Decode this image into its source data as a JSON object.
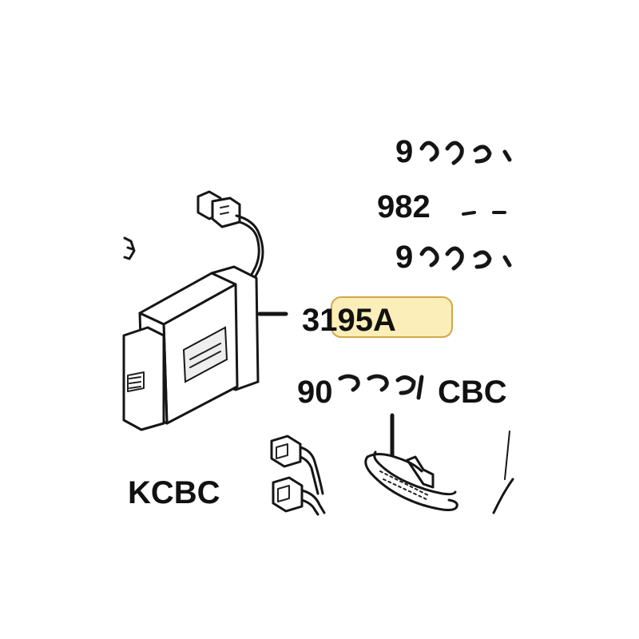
{
  "labels": {
    "top_1": "9",
    "top_2": "982",
    "top_3": "9",
    "main_part": "3195A",
    "mid": "90",
    "mid_suffix": "CBC",
    "bottom_left": "KCBC"
  },
  "highlight": {
    "fill": "#fbeeb8",
    "stroke": "#d3a74a"
  }
}
